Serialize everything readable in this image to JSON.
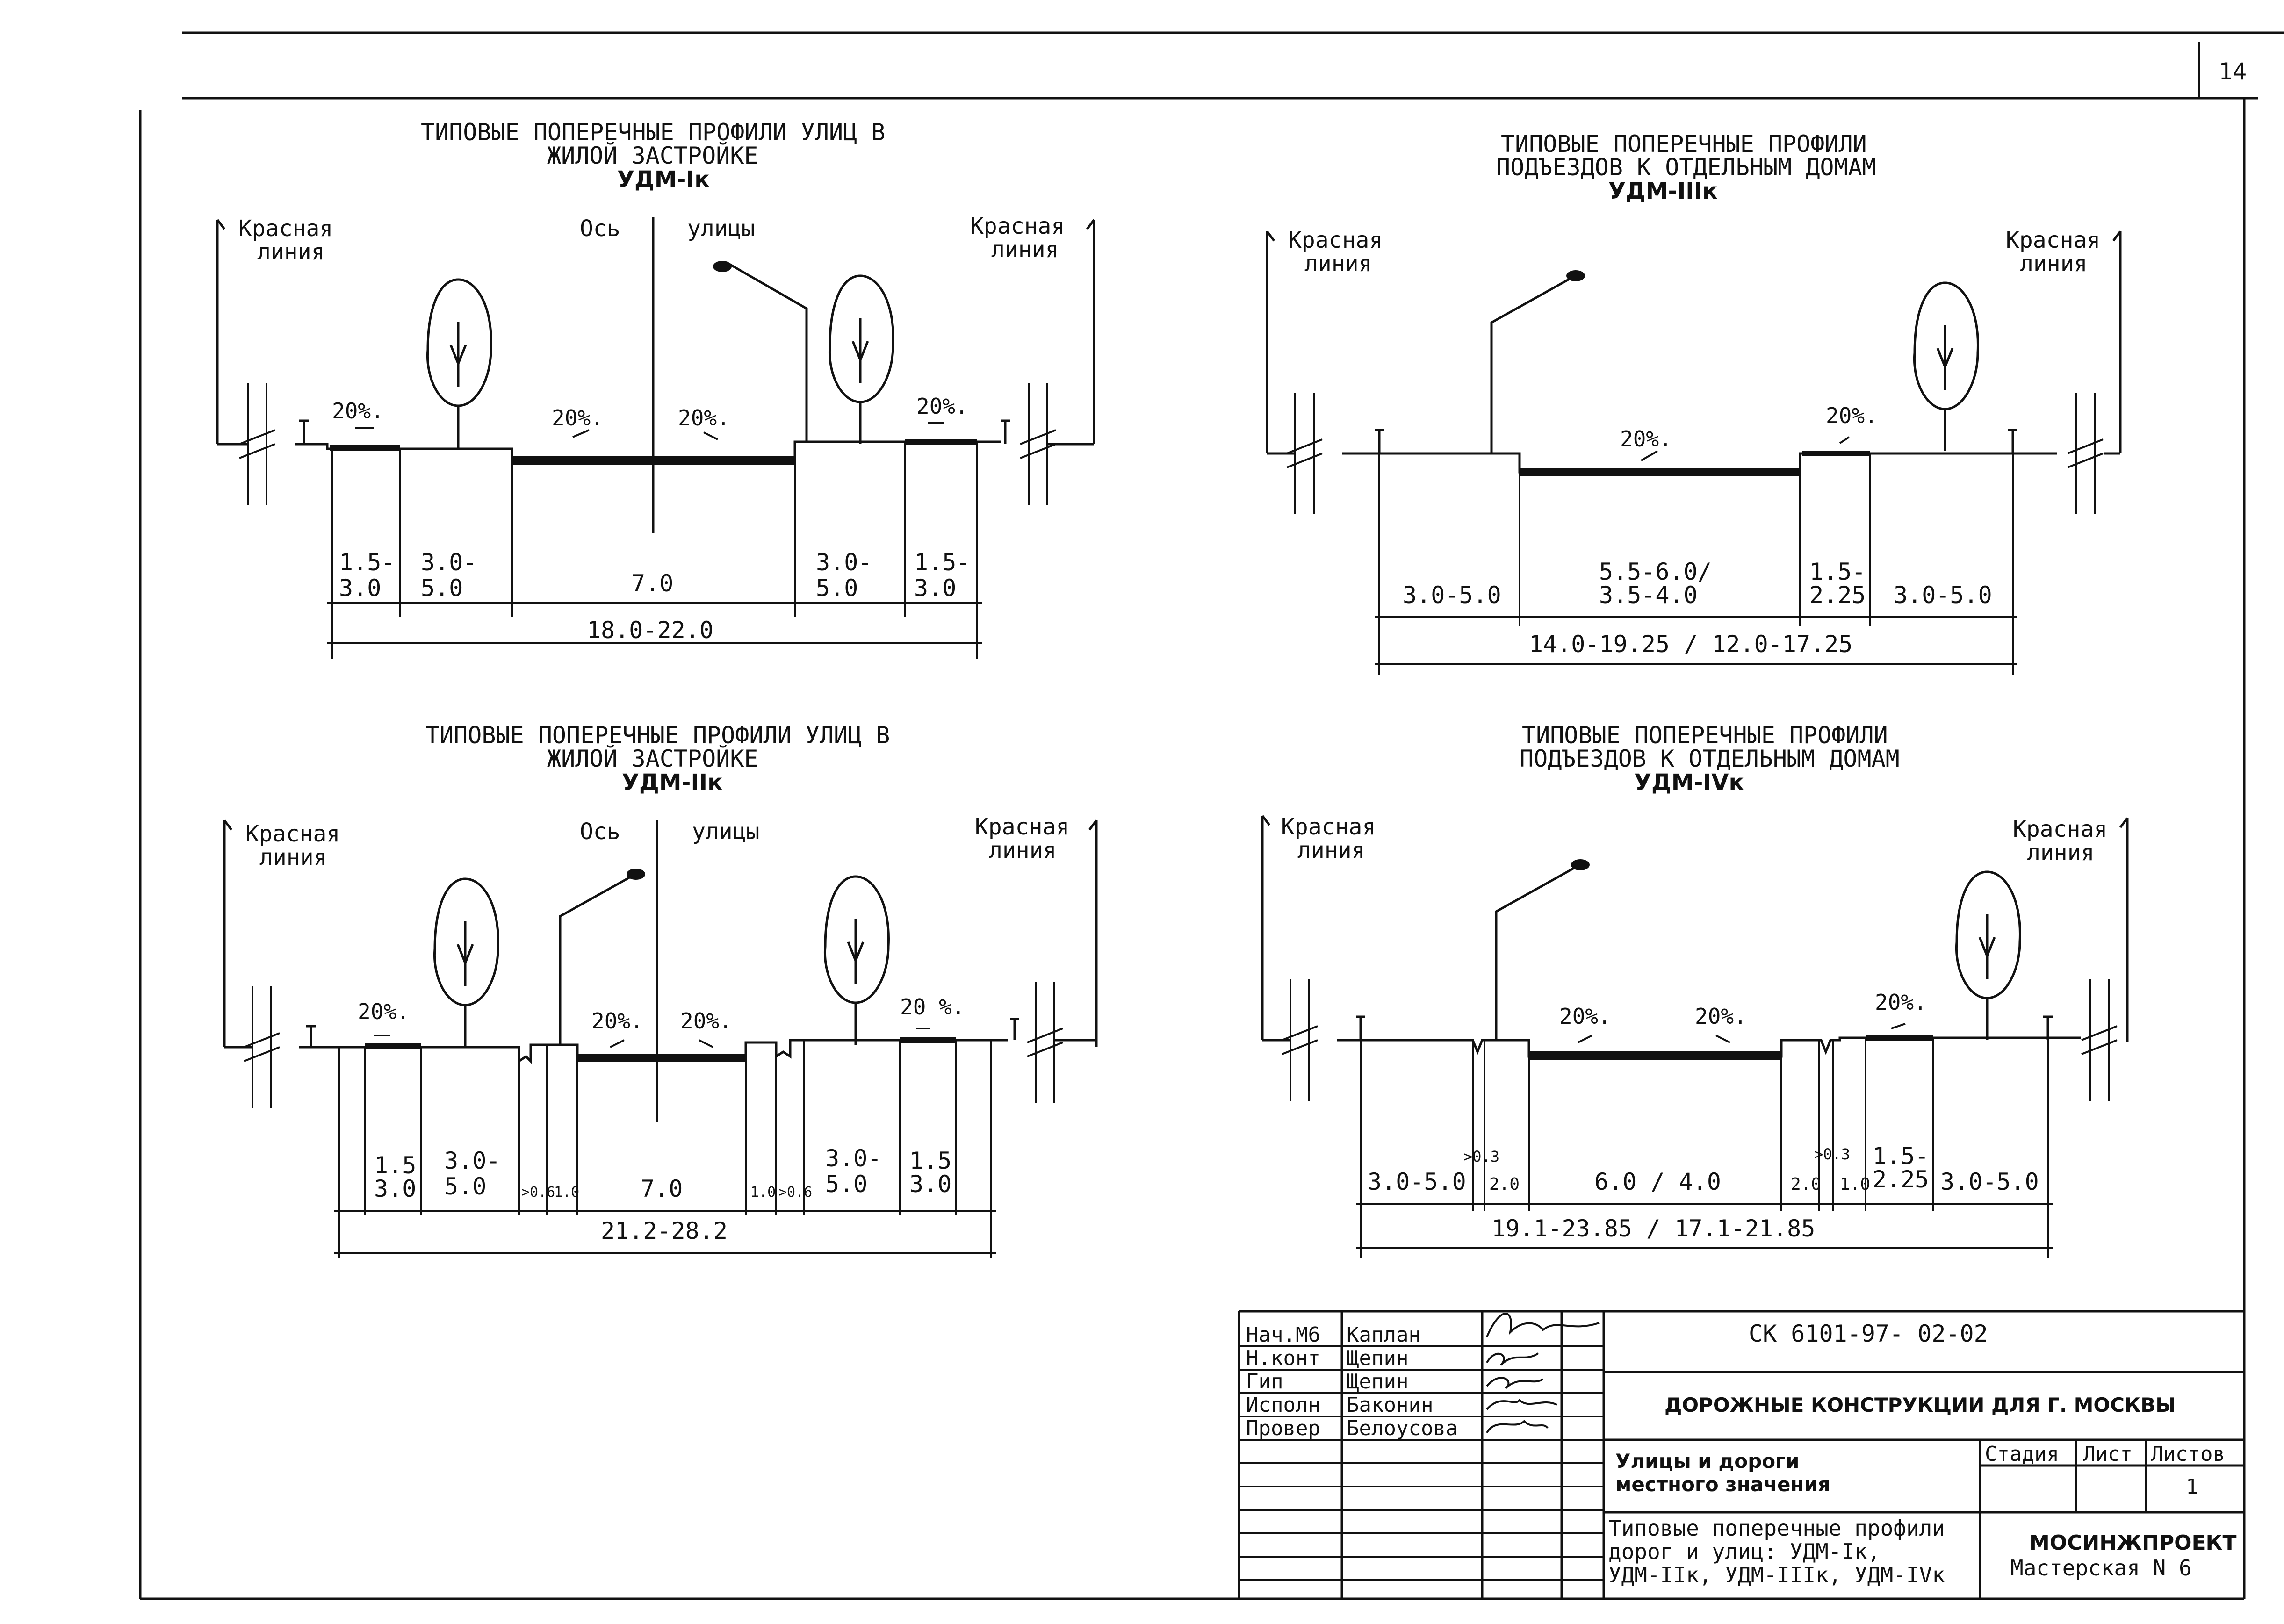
{
  "sheet_number": "14",
  "red_line": "Красная\nлиния",
  "axis_word": "Ось",
  "street_word": "улицы",
  "profiles": {
    "p1": {
      "title_1": "ТИПОВЫЕ ПОПЕРЕЧНЫЕ ПРОФИЛИ УЛИЦ В",
      "title_2": "ЖИЛОЙ ЗАСТРОЙКЕ",
      "code": "УДМ-Iк",
      "slopes": [
        "20%.",
        "20%.",
        "20%.",
        "20%."
      ],
      "widths": [
        "1.5-\n3.0",
        "3.0-\n5.0",
        "7.0",
        "3.0-\n5.0",
        "1.5-\n3.0"
      ],
      "total": "18.0-22.0"
    },
    "p2": {
      "title_1": "ТИПОВЫЕ ПОПЕРЕЧНЫЕ ПРОФИЛИ",
      "title_2": "ПОДЪЕЗДОВ К ОТДЕЛЬНЫМ ДОМАМ",
      "code": "УДМ-IIIк",
      "slopes": [
        "20%.",
        "20%."
      ],
      "widths": [
        "3.0-5.0",
        "5.5-6.0/\n3.5-4.0",
        "1.5-\n2.25",
        "3.0-5.0"
      ],
      "total": "14.0-19.25 / 12.0-17.25"
    },
    "p3": {
      "title_1": "ТИПОВЫЕ ПОПЕРЕЧНЫЕ ПРОФИЛИ УЛИЦ В",
      "title_2": "ЖИЛОЙ ЗАСТРОЙКЕ",
      "code": "УДМ-IIк",
      "slopes": [
        "20%.",
        "20%.",
        "20%.",
        "20 %."
      ],
      "widths": [
        "1.5\n3.0",
        "3.0-\n5.0",
        ">0.6",
        "1.0",
        "7.0",
        "1.0",
        ">0.6",
        "3.0-\n5.0",
        "1.5\n3.0"
      ],
      "total": "21.2-28.2"
    },
    "p4": {
      "title_1": "ТИПОВЫЕ ПОПЕРЕЧНЫЕ ПРОФИЛИ",
      "title_2": "ПОДЪЕЗДОВ К ОТДЕЛЬНЫМ ДОМАМ",
      "code": "УДМ-IVк",
      "slopes": [
        "20%.",
        "20%.",
        "20%."
      ],
      "widths": [
        "3.0-5.0",
        ">0.3",
        "2.0",
        "6.0 / 4.0",
        "2.0",
        ">0.3",
        "1.0",
        "1.5-\n2.25",
        "3.0-5.0"
      ],
      "total": "19.1-23.85 / 17.1-21.85"
    }
  },
  "stamp": {
    "roles": [
      "Нач.М6",
      "Н.конт",
      "Гип",
      "Исполн",
      "Провер"
    ],
    "names": [
      "Каплан",
      "Щепин",
      "Щепин",
      "Баконин",
      "Белоусова"
    ],
    "doc_code": "СК 6101-97- 02-02",
    "project": "ДОРОЖНЫЕ КОНСТРУКЦИИ ДЛЯ Г. МОСКВЫ",
    "section": "Улицы и дороги\nместного значения",
    "sheet_title": "Типовые поперечные профили\nдорог и улиц: УДМ-Iк,\nУДМ-IIк, УДМ-IIIк, УДМ-IVк",
    "col_stage": "Стадия",
    "col_sheet": "Лист",
    "col_sheets": "Листов",
    "sheets_value": "1",
    "org": "МОСИНЖПРОЕКТ",
    "workshop": "Мастерская N 6"
  }
}
